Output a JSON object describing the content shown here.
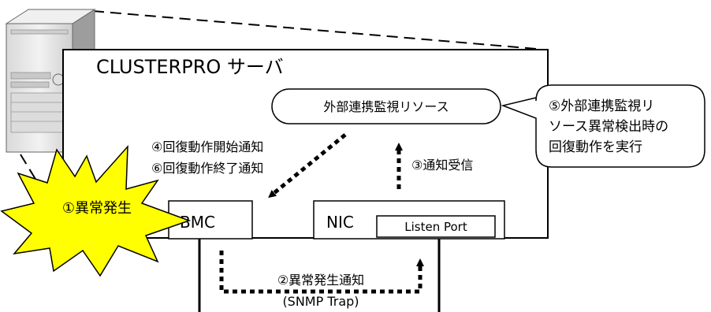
{
  "server_label": "CLUSTERPRO サーバ",
  "monitor_resource": "外部連携監視リソース",
  "callout_lines": [
    "⑤外部連携監視リ",
    "ソース異常検出時の",
    "回復動作を実行"
  ],
  "notify_start": "④回復動作開始通知",
  "notify_end": "⑥回復動作終了通知",
  "notify_receive": "③通知受信",
  "error_occurred": "①異常発生",
  "bmc": "BMC",
  "nic": "NIC",
  "listen_port": "Listen Port",
  "error_notify": "②異常発生通知",
  "snmp_trap": "(SNMP Trap)",
  "colors": {
    "burst": "#ffff00",
    "line": "#000000",
    "tower_body": "#e8e8e8",
    "tower_side": "#b5b5b5"
  }
}
